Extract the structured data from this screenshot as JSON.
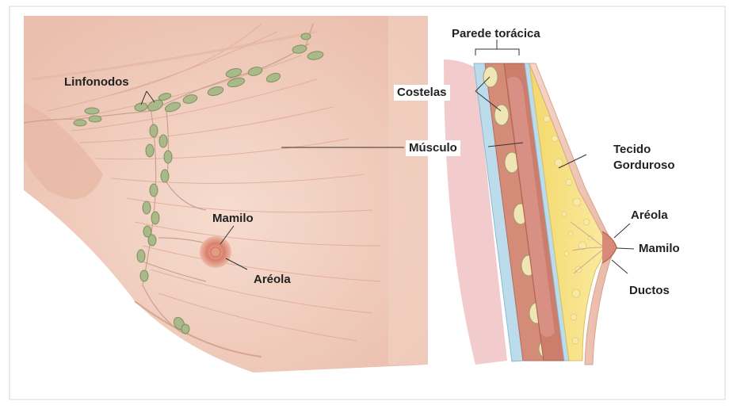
{
  "labels": {
    "linfonodos": "Linfonodos",
    "mamilo_front": "Mamilo",
    "areola_front": "Aréola",
    "parede": "Parede torácica",
    "costelas": "Costelas",
    "musculo": "Músculo",
    "tecido_line1": "Tecido",
    "tecido_line2": "Gorduroso",
    "areola_side": "Aréola",
    "mamilo_side": "Mamilo",
    "ductos": "Ductos"
  },
  "colors": {
    "skin": "#f3d3c4",
    "skin_dark": "#e8b8a4",
    "muscle": "#d98f7f",
    "fat": "#f7e07a",
    "lymph_node": "#a9b98a",
    "rib_blue": "#b9d8ea",
    "areola": "#d88a78"
  }
}
